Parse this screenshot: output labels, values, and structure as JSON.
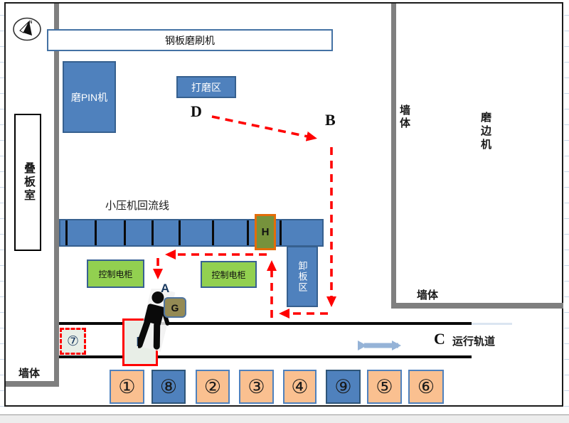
{
  "compass": {
    "north_label": "N"
  },
  "machines": {
    "steel_plate_brusher": "钢板磨刷机",
    "pin_grinder": "磨PIN机",
    "grinding_area": "打磨区",
    "edge_grinder": "磨边机",
    "stacking_room": "叠板室",
    "return_line": "小压机回流线",
    "unload_area": "卸板区",
    "control_cabinet_1": "控制电柜",
    "control_cabinet_2": "控制电柜",
    "running_track": "运行轨道"
  },
  "walls": {
    "right_top": "墙体",
    "right_bottom": "墙体",
    "left_bottom": "墙体"
  },
  "waypoints": {
    "a": "A",
    "b": "B",
    "c": "C",
    "d": "D",
    "f": "F",
    "g": "G",
    "h": "H"
  },
  "stations": {
    "seven": "⑦",
    "bottom_row": [
      {
        "label": "①",
        "variant": "orange"
      },
      {
        "label": "⑧",
        "variant": "blue"
      },
      {
        "label": "②",
        "variant": "orange"
      },
      {
        "label": "③",
        "variant": "orange"
      },
      {
        "label": "④",
        "variant": "orange"
      },
      {
        "label": "⑨",
        "variant": "blue"
      },
      {
        "label": "⑤",
        "variant": "orange"
      },
      {
        "label": "⑥",
        "variant": "orange"
      }
    ]
  },
  "colors": {
    "machine_blue": "#4f81bd",
    "machine_blue_border": "#36608f",
    "cabinet_green": "#92d050",
    "h_olive": "#76923c",
    "h_border_orange": "#e36c09",
    "g_khaki": "#948a54",
    "path_red": "#ff0000",
    "wall_gray": "#7f7f7f",
    "station_orange": "#fac090",
    "shuttle_arrow_blue": "#95b3d7",
    "f_fill": "#e8eee7"
  }
}
